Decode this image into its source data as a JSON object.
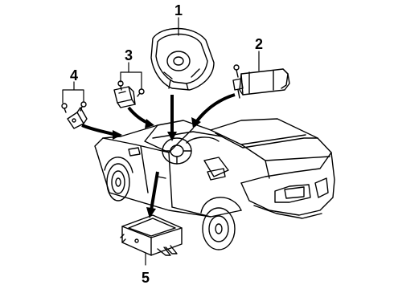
{
  "diagram": {
    "callouts": [
      {
        "id": "1",
        "text": "1"
      },
      {
        "id": "2",
        "text": "2"
      },
      {
        "id": "3",
        "text": "3"
      },
      {
        "id": "4",
        "text": "4"
      },
      {
        "id": "5",
        "text": "5"
      }
    ],
    "colors": {
      "line": "#000000",
      "background": "#ffffff"
    }
  }
}
